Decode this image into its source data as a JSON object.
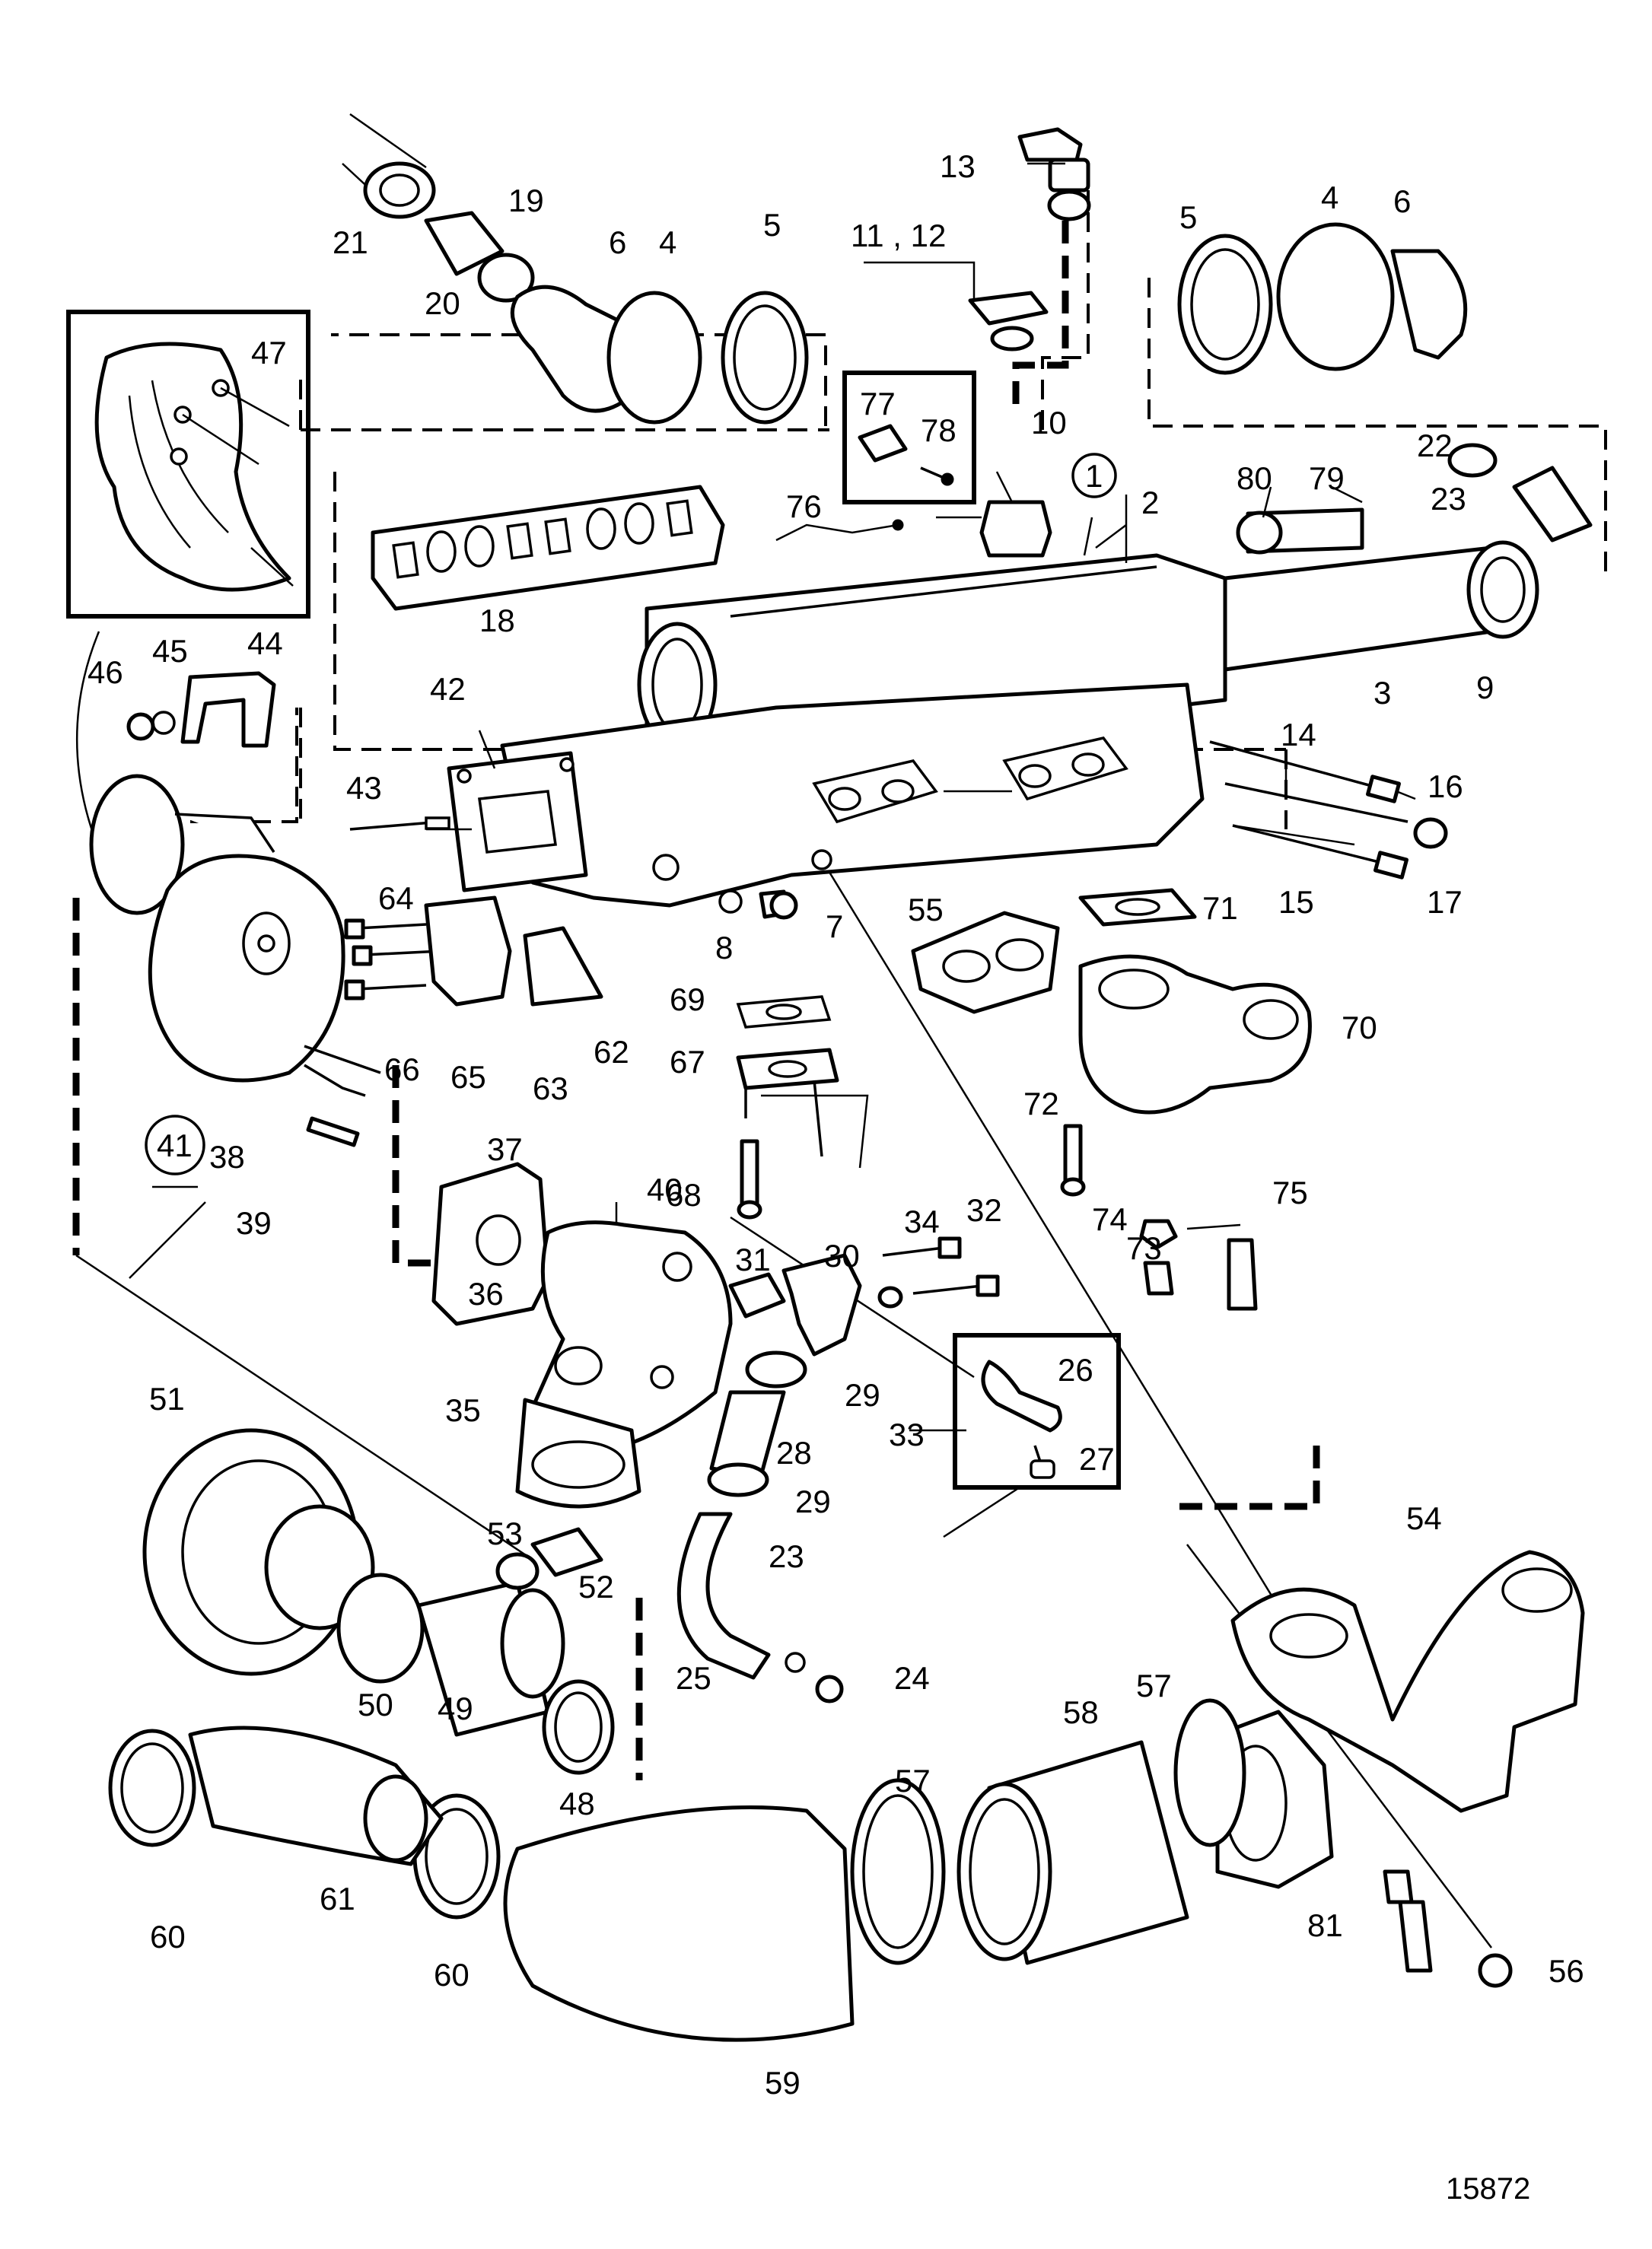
{
  "reference_number": "15872",
  "callouts": [
    {
      "id": "1",
      "circled": true
    },
    {
      "id": "2"
    },
    {
      "id": "3"
    },
    {
      "id": "4"
    },
    {
      "id": "4b",
      "text": "4"
    },
    {
      "id": "5"
    },
    {
      "id": "5b",
      "text": "5"
    },
    {
      "id": "6"
    },
    {
      "id": "6b",
      "text": "6"
    },
    {
      "id": "7"
    },
    {
      "id": "8"
    },
    {
      "id": "9"
    },
    {
      "id": "10"
    },
    {
      "id": "11_12",
      "text": "11 , 12"
    },
    {
      "id": "13"
    },
    {
      "id": "14"
    },
    {
      "id": "15"
    },
    {
      "id": "16"
    },
    {
      "id": "17"
    },
    {
      "id": "18"
    },
    {
      "id": "19"
    },
    {
      "id": "20"
    },
    {
      "id": "21"
    },
    {
      "id": "22"
    },
    {
      "id": "23"
    },
    {
      "id": "23b",
      "text": "23"
    },
    {
      "id": "24"
    },
    {
      "id": "25"
    },
    {
      "id": "26"
    },
    {
      "id": "27"
    },
    {
      "id": "28"
    },
    {
      "id": "29"
    },
    {
      "id": "29b",
      "text": "29"
    },
    {
      "id": "30"
    },
    {
      "id": "31"
    },
    {
      "id": "32"
    },
    {
      "id": "33"
    },
    {
      "id": "34"
    },
    {
      "id": "35"
    },
    {
      "id": "36"
    },
    {
      "id": "37"
    },
    {
      "id": "38"
    },
    {
      "id": "39"
    },
    {
      "id": "40"
    },
    {
      "id": "41",
      "circled": true
    },
    {
      "id": "42"
    },
    {
      "id": "43"
    },
    {
      "id": "44"
    },
    {
      "id": "45"
    },
    {
      "id": "46"
    },
    {
      "id": "47"
    },
    {
      "id": "48"
    },
    {
      "id": "49"
    },
    {
      "id": "50"
    },
    {
      "id": "51"
    },
    {
      "id": "52"
    },
    {
      "id": "53"
    },
    {
      "id": "54"
    },
    {
      "id": "55"
    },
    {
      "id": "56"
    },
    {
      "id": "57"
    },
    {
      "id": "57b",
      "text": "57"
    },
    {
      "id": "58"
    },
    {
      "id": "59"
    },
    {
      "id": "60"
    },
    {
      "id": "60b",
      "text": "60"
    },
    {
      "id": "61"
    },
    {
      "id": "62"
    },
    {
      "id": "63"
    },
    {
      "id": "64"
    },
    {
      "id": "65"
    },
    {
      "id": "66"
    },
    {
      "id": "67"
    },
    {
      "id": "68"
    },
    {
      "id": "69"
    },
    {
      "id": "70"
    },
    {
      "id": "71"
    },
    {
      "id": "72"
    },
    {
      "id": "73"
    },
    {
      "id": "74"
    },
    {
      "id": "75"
    },
    {
      "id": "76"
    },
    {
      "id": "77"
    },
    {
      "id": "78"
    },
    {
      "id": "79"
    },
    {
      "id": "80"
    },
    {
      "id": "81"
    }
  ],
  "labels": {
    "c1": "1",
    "c2": "2",
    "c3": "3",
    "c4": "4",
    "c4b": "4",
    "c5": "5",
    "c5b": "5",
    "c6": "6",
    "c6b": "6",
    "c7": "7",
    "c8": "8",
    "c9": "9",
    "c10": "10",
    "c11_12": "11 , 12",
    "c13": "13",
    "c14": "14",
    "c15": "15",
    "c16": "16",
    "c17": "17",
    "c18": "18",
    "c19": "19",
    "c20": "20",
    "c21": "21",
    "c22": "22",
    "c23": "23",
    "c23b": "23",
    "c24": "24",
    "c25": "25",
    "c26": "26",
    "c27": "27",
    "c28": "28",
    "c29": "29",
    "c29b": "29",
    "c30": "30",
    "c31": "31",
    "c32": "32",
    "c33": "33",
    "c34": "34",
    "c35": "35",
    "c36": "36",
    "c37": "37",
    "c38": "38",
    "c39": "39",
    "c40": "40",
    "c41": "41",
    "c42": "42",
    "c43": "43",
    "c44": "44",
    "c45": "45",
    "c46": "46",
    "c47": "47",
    "c48": "48",
    "c49": "49",
    "c50": "50",
    "c51": "51",
    "c52": "52",
    "c53": "53",
    "c54": "54",
    "c55": "55",
    "c56": "56",
    "c57": "57",
    "c57b": "57",
    "c58": "58",
    "c59": "59",
    "c60": "60",
    "c60b": "60",
    "c61": "61",
    "c62": "62",
    "c63": "63",
    "c64": "64",
    "c65": "65",
    "c66": "66",
    "c67": "67",
    "c68": "68",
    "c69": "69",
    "c70": "70",
    "c71": "71",
    "c72": "72",
    "c73": "73",
    "c74": "74",
    "c75": "75",
    "c76": "76",
    "c77": "77",
    "c78": "78",
    "c79": "79",
    "c80": "80",
    "c81": "81"
  }
}
